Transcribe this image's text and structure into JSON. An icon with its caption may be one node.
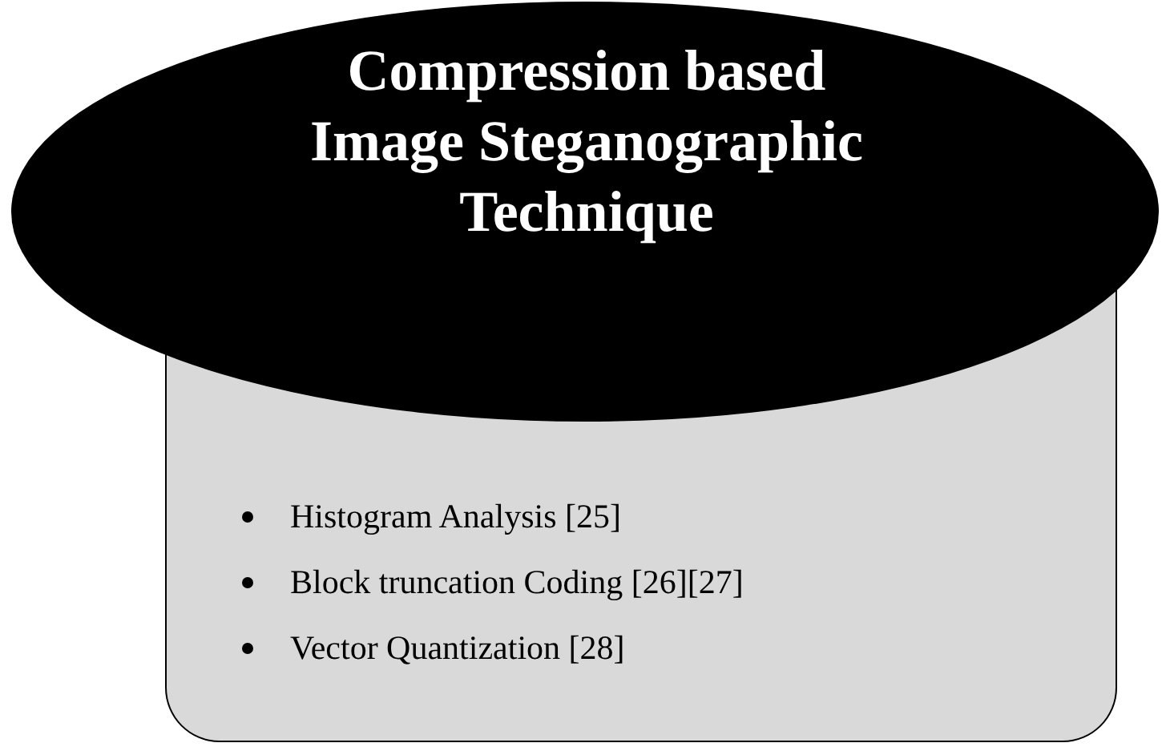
{
  "diagram": {
    "nodes": [
      {
        "text": [
          "Compression based Image Steganographic Technique"
        ]
      },
      {
        "text": [
          "Histogram Analysis [25]",
          "Block truncation Coding [26][27]",
          "Vector Quantization [28]"
        ]
      }
    ]
  }
}
